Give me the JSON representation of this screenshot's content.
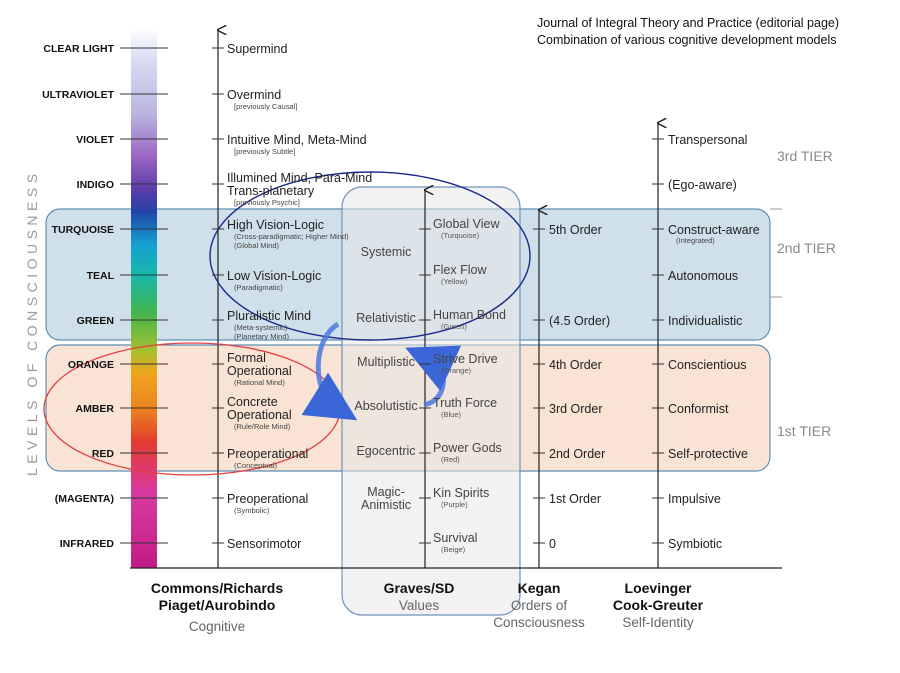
{
  "header": {
    "line1": "Journal of Integral Theory and Practice (editorial page)",
    "line2": "Combination of various cognitive development models"
  },
  "side_label": "LEVELS OF CONSCIOUSNESS",
  "tiers": {
    "third": "3rd TIER",
    "second": "2nd TIER",
    "first": "1st TIER"
  },
  "levels": [
    {
      "name": "CLEAR LIGHT",
      "color": "#d4d6ee"
    },
    {
      "name": "ULTRAVIOLET",
      "color": "#b8b0dc"
    },
    {
      "name": "VIOLET",
      "color": "#9760c0"
    },
    {
      "name": "INDIGO",
      "color": "#2b4aa6"
    },
    {
      "name": "TURQUOISE",
      "color": "#1ca2c8"
    },
    {
      "name": "TEAL",
      "color": "#20b8a6"
    },
    {
      "name": "GREEN",
      "color": "#4cb84a"
    },
    {
      "name": "ORANGE",
      "color": "#f0a020"
    },
    {
      "name": "AMBER",
      "color": "#e88020"
    },
    {
      "name": "RED",
      "color": "#e03a30"
    },
    {
      "name": "(MAGENTA)",
      "color": "#d83aa0"
    },
    {
      "name": "INFRARED",
      "color": "#c0208a"
    }
  ],
  "cognitive": [
    {
      "main": "Supermind",
      "sub": ""
    },
    {
      "main": "Overmind",
      "sub": "[previously Causal]"
    },
    {
      "main": "Intuitive Mind, Meta-Mind",
      "sub": "[previously Subtle]"
    },
    {
      "main": "Illumined Mind, Para-Mind",
      "main2": "Trans-planetary",
      "sub": "[previously Psychic]"
    },
    {
      "main": "High Vision-Logic",
      "sub": "(Cross-paradigmatic; Higher Mind)",
      "sub2": "(Global Mind)"
    },
    {
      "main": "Low Vision-Logic",
      "sub": "(Paradigmatic)"
    },
    {
      "main": "Pluralistic Mind",
      "sub": "(Meta-systemic)",
      "sub2": "(Planetary Mind)"
    },
    {
      "main": "Formal",
      "main2": "Operational",
      "sub": "(Rational Mind)"
    },
    {
      "main": "Concrete",
      "main2": "Operational",
      "sub": "(Rule/Role Mind)"
    },
    {
      "main": "Preoperational",
      "sub": "(Conceptual)"
    },
    {
      "main": "Preoperational",
      "sub": "(Symbolic)"
    },
    {
      "main": "Sensorimotor",
      "sub": ""
    }
  ],
  "graves_left": [
    "Systemic",
    "Relativistic",
    "Multiplistic",
    "Absolutistic",
    "Egocentric",
    "Magic-",
    "Animistic"
  ],
  "graves_right": [
    {
      "main": "Global View",
      "sub": "(Turquoise)"
    },
    {
      "main": "Flex Flow",
      "sub": "(Yellow)"
    },
    {
      "main": "Human Bond",
      "sub": "(Green)"
    },
    {
      "main": "Strive Drive",
      "sub": "(Orange)"
    },
    {
      "main": "Truth Force",
      "sub": "(Blue)"
    },
    {
      "main": "Power Gods",
      "sub": "(Red)"
    },
    {
      "main": "Kin Spirits",
      "sub": "(Purple)"
    },
    {
      "main": "Survival",
      "sub": "(Beige)"
    }
  ],
  "kegan": [
    "5th Order",
    "(4.5 Order)",
    "4th Order",
    "3rd Order",
    "2nd Order",
    "1st Order",
    "0"
  ],
  "loevinger": [
    {
      "main": "Transpersonal",
      "sub": ""
    },
    {
      "main": "(Ego-aware)",
      "sub": ""
    },
    {
      "main": "Construct-aware",
      "sub": "(Integrated)"
    },
    {
      "main": "Autonomous",
      "sub": ""
    },
    {
      "main": "Individualistic",
      "sub": ""
    },
    {
      "main": "Conscientious",
      "sub": ""
    },
    {
      "main": "Conformist",
      "sub": ""
    },
    {
      "main": "Self-protective",
      "sub": ""
    },
    {
      "main": "Impulsive",
      "sub": ""
    },
    {
      "main": "Symbiotic",
      "sub": ""
    }
  ],
  "footer": {
    "cog_title1": "Commons/Richards",
    "cog_title2": "Piaget/Aurobindo",
    "cog_sub": "Cognitive",
    "graves_title": "Graves/SD",
    "graves_sub": "Values",
    "kegan_title": "Kegan",
    "kegan_sub1": "Orders of",
    "kegan_sub2": "Consciousness",
    "loev_title1": "Loevinger",
    "loev_title2": "Cook-Greuter",
    "loev_sub": "Self-Identity"
  }
}
